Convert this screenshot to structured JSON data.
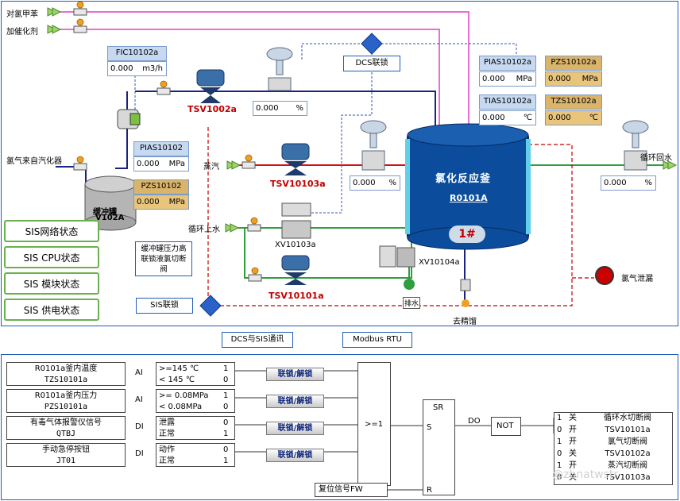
{
  "inputs": {
    "toluene": "对氯甲苯",
    "catalyst": "加催化剂",
    "chlorine": "氯气来自汽化器",
    "steam": "蒸汽",
    "cw_in": "循环上水",
    "cw_out": "循环回水"
  },
  "tags": {
    "fic": {
      "tag": "FIC10102a",
      "value": "0.000",
      "unit": "m3/h"
    },
    "valve_pct1": {
      "value": "0.000",
      "unit": "%"
    },
    "pias_buf": {
      "tag": "PIAS10102",
      "value": "0.000",
      "unit": "MPa"
    },
    "pzs_buf": {
      "tag": "PZS10102",
      "value": "0.000",
      "unit": "MPa"
    },
    "pias_r": {
      "tag": "PIAS10102a",
      "value": "0.000",
      "unit": "MPa"
    },
    "pzs_r": {
      "tag": "PZS10102a",
      "value": "0.000",
      "unit": "MPa"
    },
    "tias_r": {
      "tag": "TIAS10102a",
      "value": "0.000",
      "unit": "℃"
    },
    "tzs_r": {
      "tag": "TZS10102a",
      "value": "0.000",
      "unit": "℃"
    },
    "valve_pct2": {
      "value": "0.000",
      "unit": "%"
    },
    "valve_pct3": {
      "value": "0.000",
      "unit": "%"
    }
  },
  "valves": {
    "tsv1002a": "TSV1002a",
    "tsv10103a": "TSV10103a",
    "xv10103a": "XV10103a",
    "tsv10101a": "TSV10101a",
    "xv10104a": "XV10104a"
  },
  "buffer_tank": {
    "name": "缓冲罐",
    "id": "V102A"
  },
  "reactor": {
    "name": "氯化反应釜",
    "id": "R0101A",
    "badge": "1#"
  },
  "notes": {
    "buffer_note": "缓冲罐压力高联锁液氯切断阀",
    "dcs_lock": "DCS联锁",
    "sis_lock": "SIS联锁",
    "leak": "氯气泄漏",
    "drain": "排水",
    "to_distill": "去精馏"
  },
  "sis_status": [
    "SIS网络状态",
    "SIS CPU状态",
    "SIS 模块状态",
    "SIS 供电状态"
  ],
  "comm": {
    "dcs_sis": "DCS与SIS通讯",
    "modbus": "Modbus RTU"
  },
  "logic": {
    "rows": [
      {
        "name": "R0101a釜内温度",
        "tag": "TZS10101a",
        "type": "AI",
        "c1": ">=145 ℃",
        "v1": "1",
        "c2": "< 145 ℃",
        "v2": "0",
        "btn": "联锁/解锁"
      },
      {
        "name": "R0101a釜内压力",
        "tag": "PZS10101a",
        "type": "AI",
        "c1": ">= 0.08MPa",
        "v1": "1",
        "c2": "< 0.08MPa",
        "v2": "0",
        "btn": "联锁/解锁"
      },
      {
        "name": "有毒气体报警仪信号",
        "tag": "QTBJ",
        "type": "DI",
        "c1": "泄露",
        "v1": "0",
        "c2": "正常",
        "v2": "1",
        "btn": "联锁/解锁"
      },
      {
        "name": "手动急停按钮",
        "tag": "JT01",
        "type": "DI",
        "c1": "动作",
        "v1": "0",
        "c2": "正常",
        "v2": "1",
        "btn": "联锁/解锁"
      }
    ],
    "or_gate": ">=1",
    "sr": {
      "title": "SR",
      "s": "S",
      "r": "R"
    },
    "do": "DO",
    "not": "NOT",
    "reset": "复位信号FW",
    "outputs": [
      {
        "v": "1",
        "state": "关",
        "name": "循环水切断阀"
      },
      {
        "v": "0",
        "state": "开",
        "name": "TSV10101a"
      },
      {
        "v": "1",
        "state": "开",
        "name": "氯气切断阀"
      },
      {
        "v": "0",
        "state": "关",
        "name": "TSV10102a"
      },
      {
        "v": "1",
        "state": "开",
        "name": "蒸汽切断阀"
      },
      {
        "v": "0",
        "state": "关",
        "name": "TSV10103a"
      }
    ],
    "watermark": "@zbnatwstr"
  }
}
